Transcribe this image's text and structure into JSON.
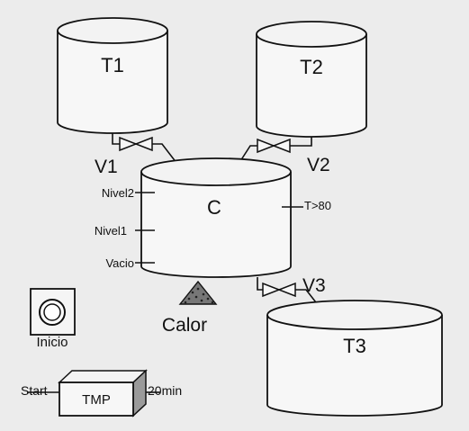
{
  "tanks": {
    "t1": "T1",
    "t2": "T2",
    "t3": "T3",
    "c": "C"
  },
  "valves": {
    "v1": "V1",
    "v2": "V2",
    "v3": "V3"
  },
  "sensors": {
    "nivel2": "Nivel2",
    "nivel1": "Nivel1",
    "vacio": "Vacio",
    "temp": "T>80"
  },
  "heater": {
    "label": "Calor"
  },
  "start_button": {
    "label": "Inicio"
  },
  "timer": {
    "label": "TMP",
    "input": "Start",
    "output": "20min"
  }
}
